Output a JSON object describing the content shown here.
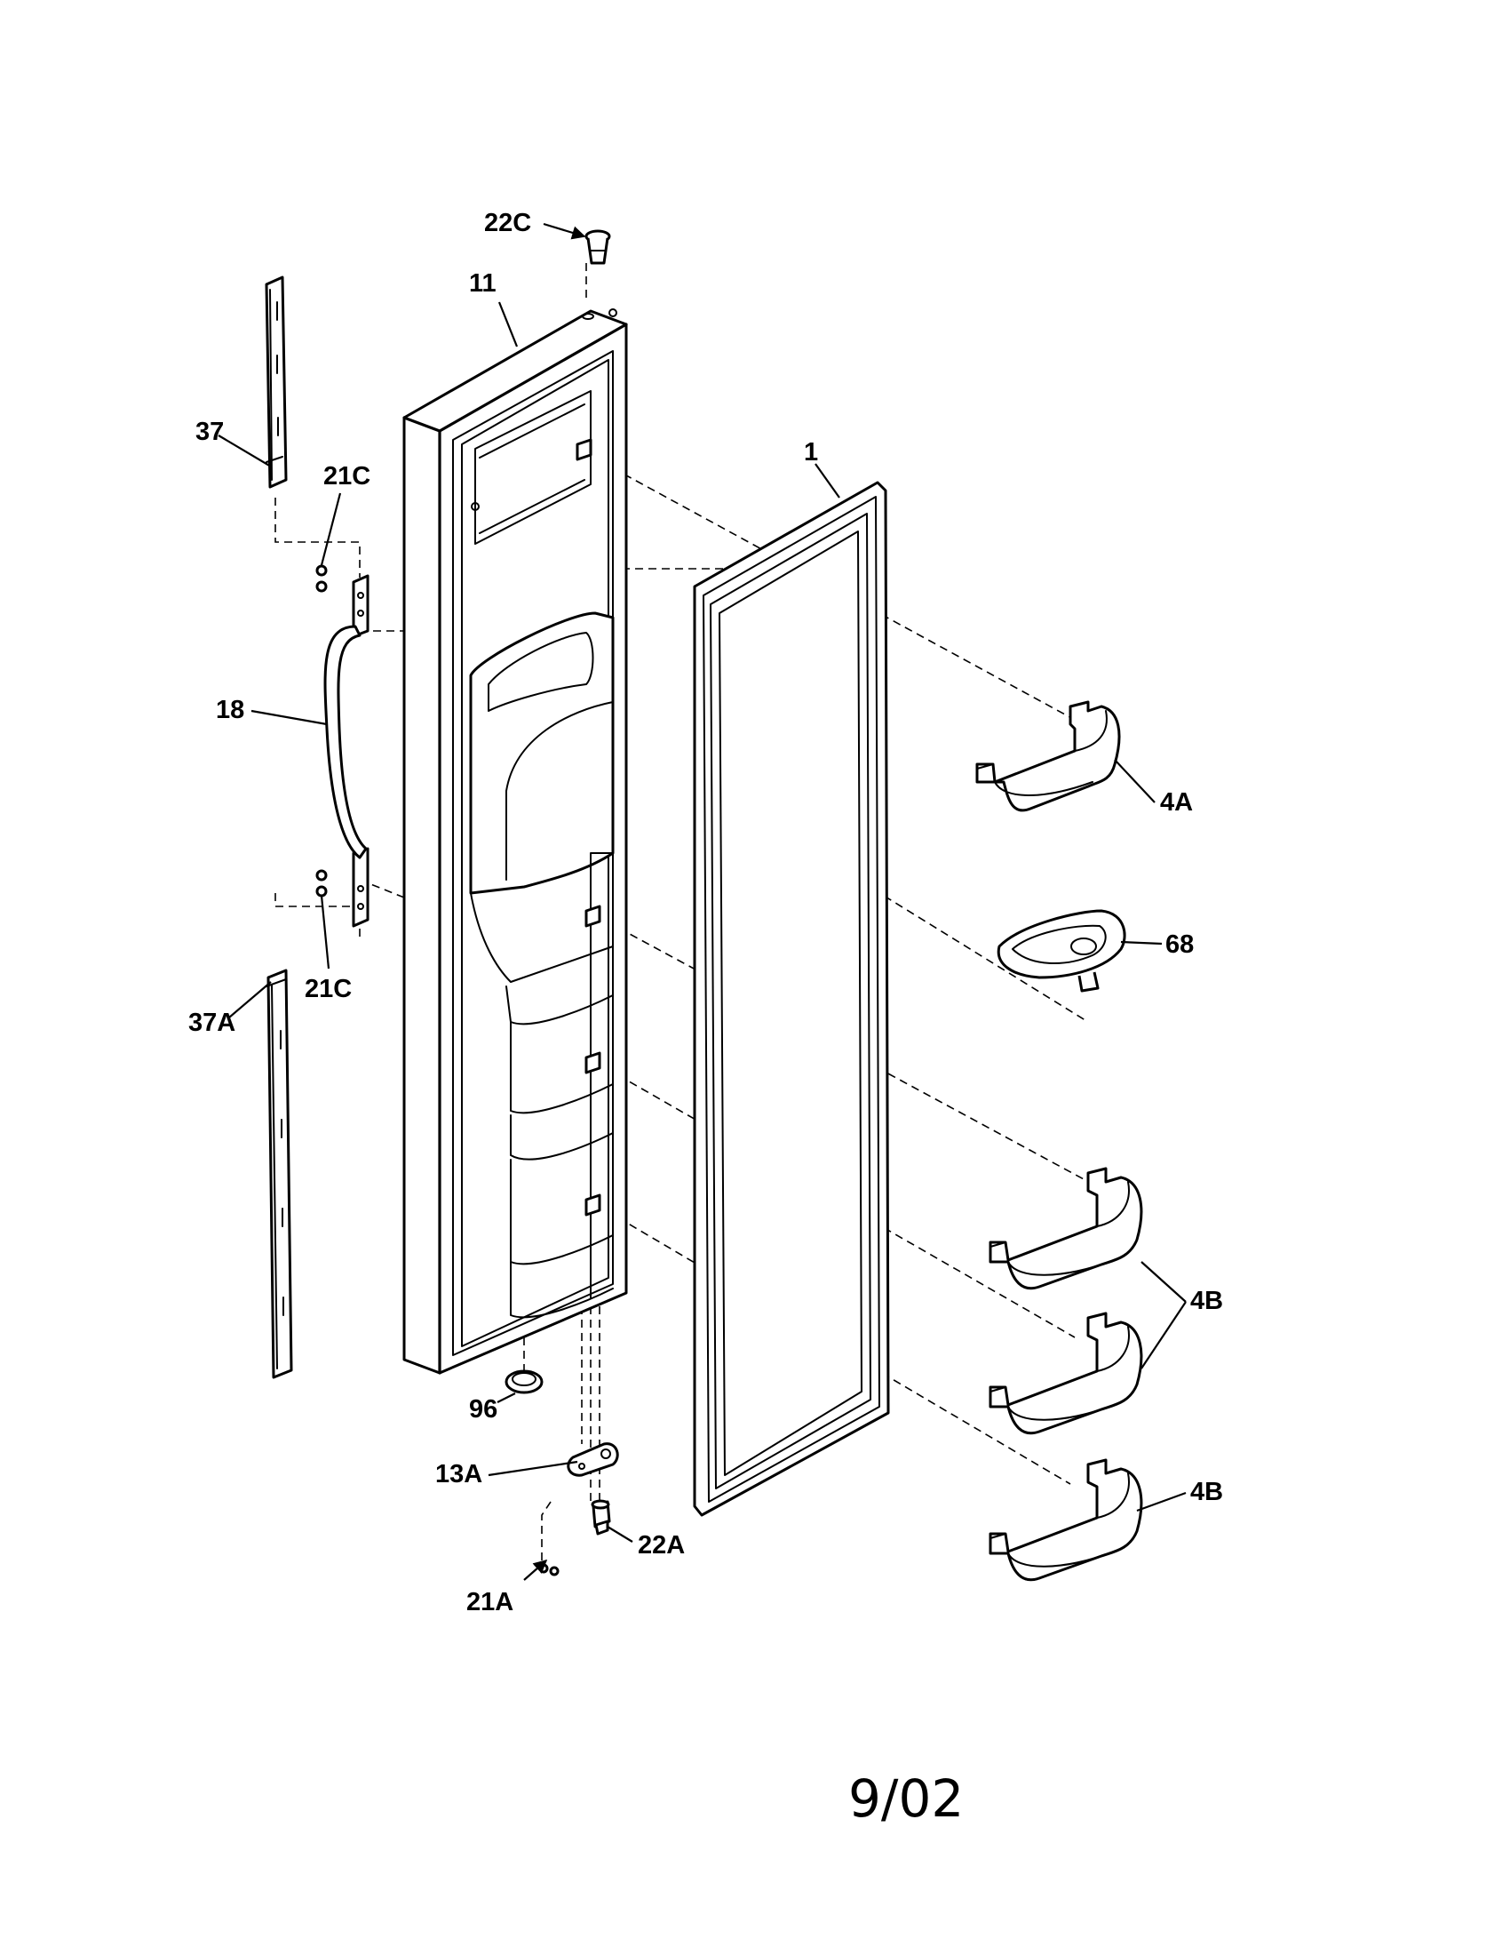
{
  "callouts": {
    "c22C": "22C",
    "c11": "11",
    "c37": "37",
    "c21C_top": "21C",
    "c1": "1",
    "c18": "18",
    "c4A": "4A",
    "c68": "68",
    "c21C_bottom": "21C",
    "c37A": "37A",
    "c4B_pair": "4B",
    "c96": "96",
    "c13A": "13A",
    "c4B_single": "4B",
    "c22A": "22A",
    "c21A": "21A"
  },
  "footer": {
    "date_code": "9/02"
  }
}
